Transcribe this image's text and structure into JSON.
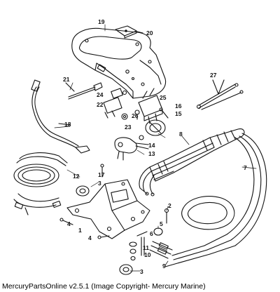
{
  "diagram": {
    "callouts": [
      "1",
      "2",
      "3",
      "4",
      "5",
      "6",
      "7",
      "8",
      "9",
      "10",
      "11",
      "12",
      "13",
      "14",
      "15",
      "16",
      "17",
      "18",
      "19",
      "20",
      "21",
      "22",
      "23",
      "24",
      "25",
      "26",
      "27"
    ],
    "ink_color": "#111111",
    "background_color": "#ffffff"
  },
  "footer": {
    "caption": "MercuryPartsOnline v2.5.1 (Image Copyright- Mercury Marine)"
  }
}
